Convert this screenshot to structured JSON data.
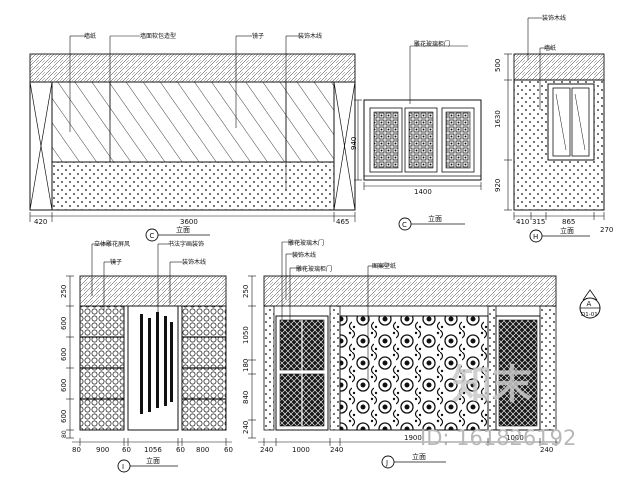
{
  "elevations": {
    "C": {
      "tag": "C",
      "title": "立面",
      "dims_bottom": [
        "420",
        "3600",
        "465"
      ],
      "callout_labels": [
        "墙纸",
        "墙面软包造型",
        "镜子",
        "装饰木线"
      ]
    },
    "D": {
      "tag": "C",
      "title": "立面",
      "dims_bottom": [
        "1400"
      ],
      "dims_left": [
        "940"
      ],
      "callout_labels": [
        "雕花玻璃柜门"
      ]
    },
    "H": {
      "tag": "H",
      "title": "立面",
      "dims_bottom": [
        "410",
        "315",
        "865",
        "270"
      ],
      "dims_left": [
        "500",
        "1630",
        "920"
      ],
      "callout_labels": [
        "装饰木线",
        "墙纸"
      ]
    },
    "I": {
      "tag": "I",
      "title": "立面",
      "dims_bottom": [
        "80",
        "900",
        "60",
        "1056",
        "60",
        "800",
        "60"
      ],
      "dims_left": [
        "250",
        "600",
        "600",
        "600",
        "600",
        "80"
      ],
      "callout_labels": [
        "立体雕花屏风",
        "镜子",
        "书法字画装饰",
        "装饰木线"
      ]
    },
    "J": {
      "tag": "J",
      "title": "立面",
      "dims_bottom": [
        "240",
        "1000",
        "240",
        "1900",
        "1000",
        "240"
      ],
      "dims_left": [
        "250",
        "1050",
        "180",
        "840",
        "240"
      ],
      "callout_labels": [
        "雕花玻璃木门",
        "装饰木线",
        "雕花玻璃柜门",
        "图案壁纸"
      ],
      "section_mark": {
        "num": "A",
        "sheet": "D1-01"
      }
    }
  },
  "watermark": {
    "brand": "知末",
    "id_text": "ID: 161826192"
  }
}
